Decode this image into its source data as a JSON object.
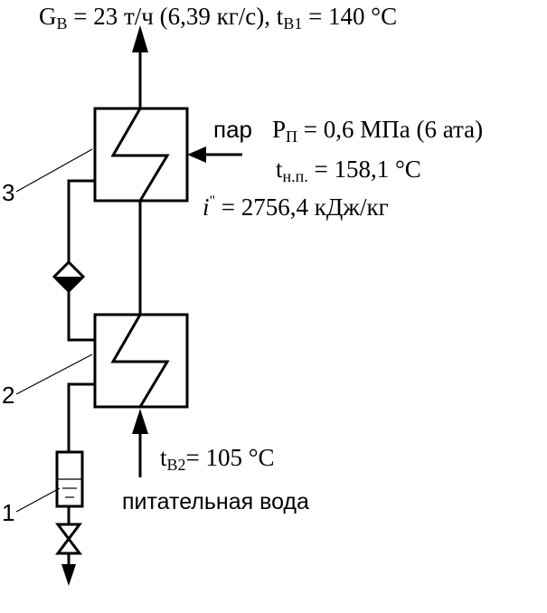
{
  "top_flow": {
    "G_symbol": "G",
    "G_sub": "В",
    "G_text": " = 23 т/ч (6,39 кг/с), ",
    "t_symbol": "t",
    "t_sub": "В1",
    "t_text": " = 140 °C"
  },
  "steam": {
    "label": "пар",
    "P_symbol": "P",
    "P_sub": "П",
    "P_text": " = 0,6 МПа (6 ата)",
    "t_symbol": "t",
    "t_sub": "н.п.",
    "t_text": " = 158,1 °C",
    "i_symbol": "i",
    "i_sup": "\"",
    "i_text": " = 2756,4 кДж/кг"
  },
  "feed_water": {
    "t_symbol": "t",
    "t_sub": "В2",
    "t_text": "= 105 °C",
    "label": "питательная вода"
  },
  "component_numbers": {
    "n1": "1",
    "n2": "2",
    "n3": "3"
  }
}
